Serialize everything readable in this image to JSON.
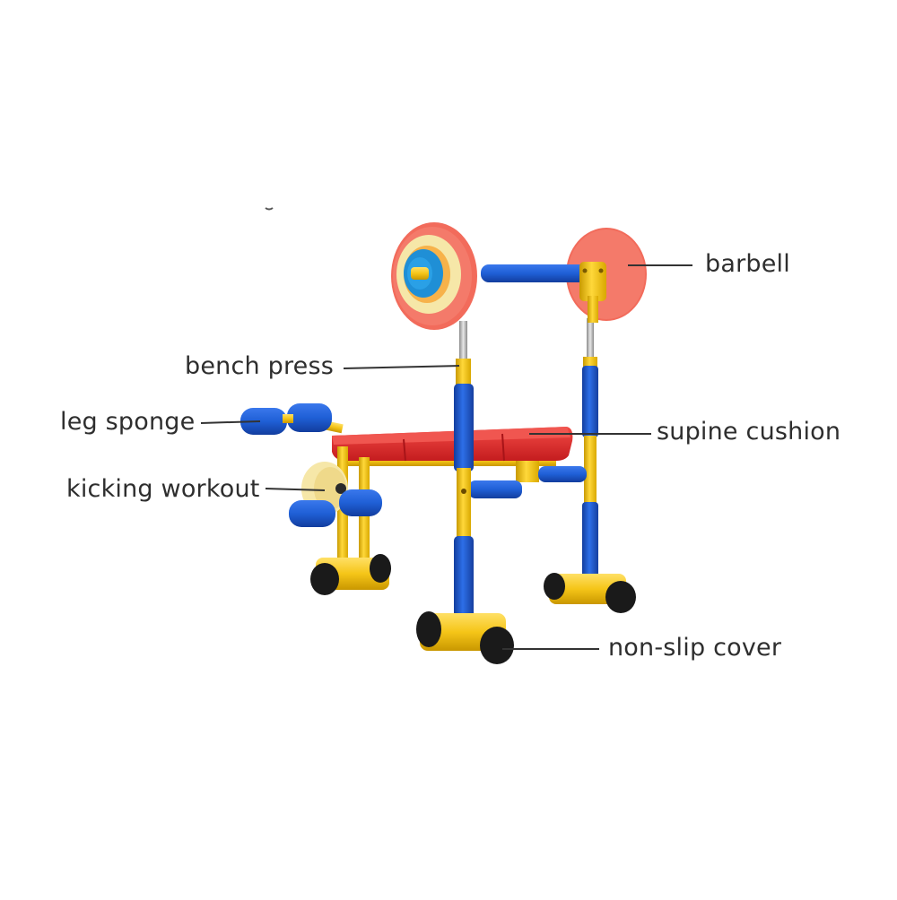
{
  "diagram": {
    "labels": {
      "barbell": "barbell",
      "bench_press": "bench press",
      "leg_sponge": "leg sponge",
      "supine_cushion": "supine cushion",
      "kicking_workout": "kicking workout",
      "non_slip_cover": "non-slip cover"
    },
    "colors": {
      "frame_yellow": "#f5c518",
      "foam_blue": "#1f5fd6",
      "cushion_red": "#e8242a",
      "plate_salmon": "#f26b5b",
      "plate_cream": "#f6e7a8",
      "foot_black": "#1a1a1a",
      "leader_line": "#333333",
      "label_text": "#2e2e2e"
    }
  }
}
